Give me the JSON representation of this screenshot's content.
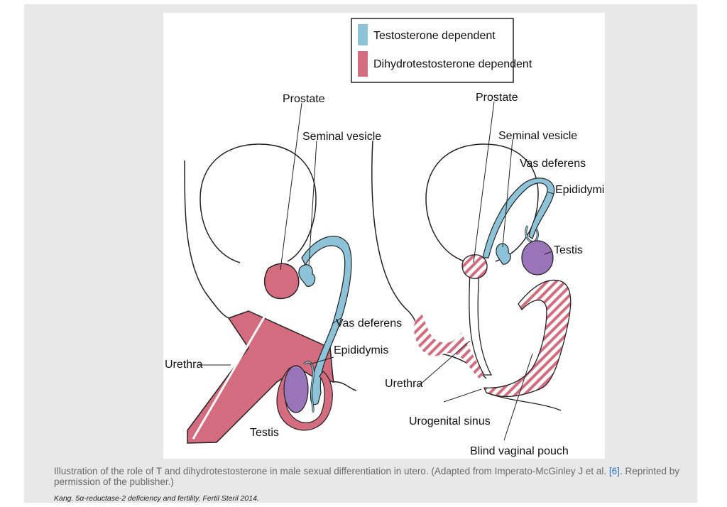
{
  "legend": {
    "items": [
      {
        "label": "Testosterone dependent",
        "color": "#8cc3d8"
      },
      {
        "label": "Dihydrotestosterone dependent",
        "color": "#d36c7e"
      }
    ]
  },
  "left_diagram": {
    "prostate": "Prostate",
    "seminal_vesicle": "Seminal vesicle",
    "vas_deferens": "Vas deferens",
    "epididymis": "Epididymis",
    "urethra": "Urethra",
    "testis": "Testis"
  },
  "right_diagram": {
    "prostate": "Prostate",
    "seminal_vesicle": "Seminal vesicle",
    "vas_deferens": "Vas deferens",
    "epididymis": "Epididymis",
    "testis": "Testis",
    "urethra": "Urethra",
    "urogenital_sinus": "Urogenital sinus",
    "blind_vaginal_pouch": "Blind vaginal pouch"
  },
  "caption": {
    "text_before_ref": "Illustration of the role of T and dihydrotestosterone in male sexual differentiation in utero. (Adapted from Imperato-McGinley J et al. ",
    "ref": "[6]",
    "text_after_ref": ". Reprinted by permission of the publisher.)"
  },
  "source": "Kang. 5α-reductase-2 deficiency and fertility. Fertil Steril 2014.",
  "colors": {
    "testosterone": "#8cc3d8",
    "dht": "#d36c7e",
    "panel_bg": "#e8e8e8",
    "testis": "#9a74b8"
  }
}
